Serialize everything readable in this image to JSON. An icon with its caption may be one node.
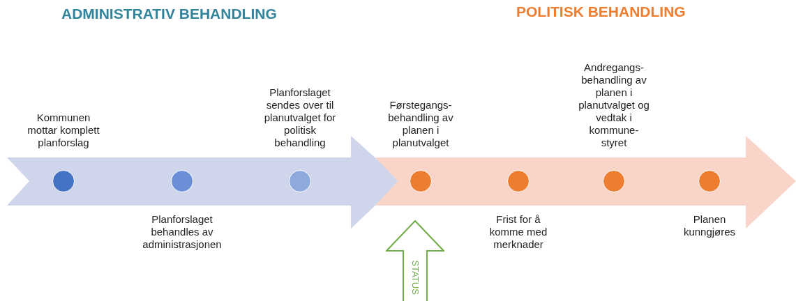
{
  "diagram": {
    "nodes": [
      {
        "text": [],
        "shape": "arrow"
      },
      {
        "text": [],
        "shape": "arrow"
      },
      {
        "text": [],
        "shape": "circle",
        "in": 0,
        "beside": [
          "Kommunen mottar komplett planforslag"
        ]
      },
      {
        "text": [],
        "shape": "circle",
        "in": 0,
        "beside": [
          "Planforslaget behandles av administrasjonen"
        ]
      },
      {
        "text": [],
        "shape": "circle",
        "in": 0,
        "beside": [
          "Planforslaget sendes over til planutvalget for politisk behandling"
        ]
      },
      {
        "text": [],
        "shape": "circle",
        "in": 1,
        "beside": [
          "Førstegangs- behandling av planen i planutvalget"
        ]
      },
      {
        "text": [],
        "shape": "circle",
        "in": 1,
        "beside": [
          "Frist for å komme med merknader"
        ]
      },
      {
        "text": [],
        "shape": "circle",
        "in": 1,
        "beside": [
          "Andregangs- behandling av planen i planutvalget og vedtak i kommune- styret"
        ]
      },
      {
        "text": [],
        "shape": "circle",
        "in": 1,
        "beside": [
          "Planen kunngjøres"
        ]
      },
      {
        "text": [
          "STATUS"
        ]
      }
    ],
    "labels": [
      "ADMINISTRATIV BEHANDLING",
      "POLITISK BEHANDLING"
    ]
  }
}
